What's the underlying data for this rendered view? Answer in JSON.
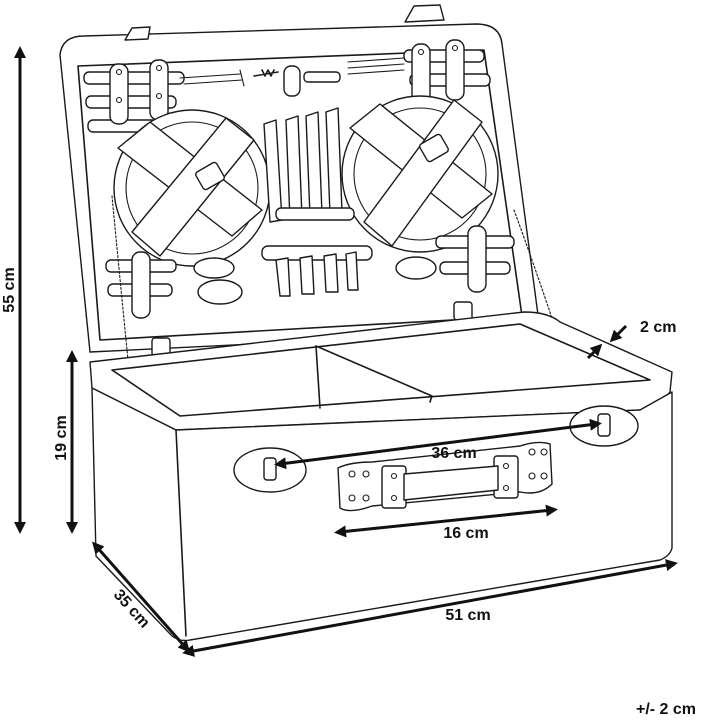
{
  "dimensions": {
    "height_total": "55 cm",
    "height_body": "19 cm",
    "depth": "35 cm",
    "width": "51 cm",
    "latch_span": "36 cm",
    "handle_width": "16 cm",
    "wall_thickness": "2 cm",
    "tolerance": "+/- 2 cm"
  }
}
